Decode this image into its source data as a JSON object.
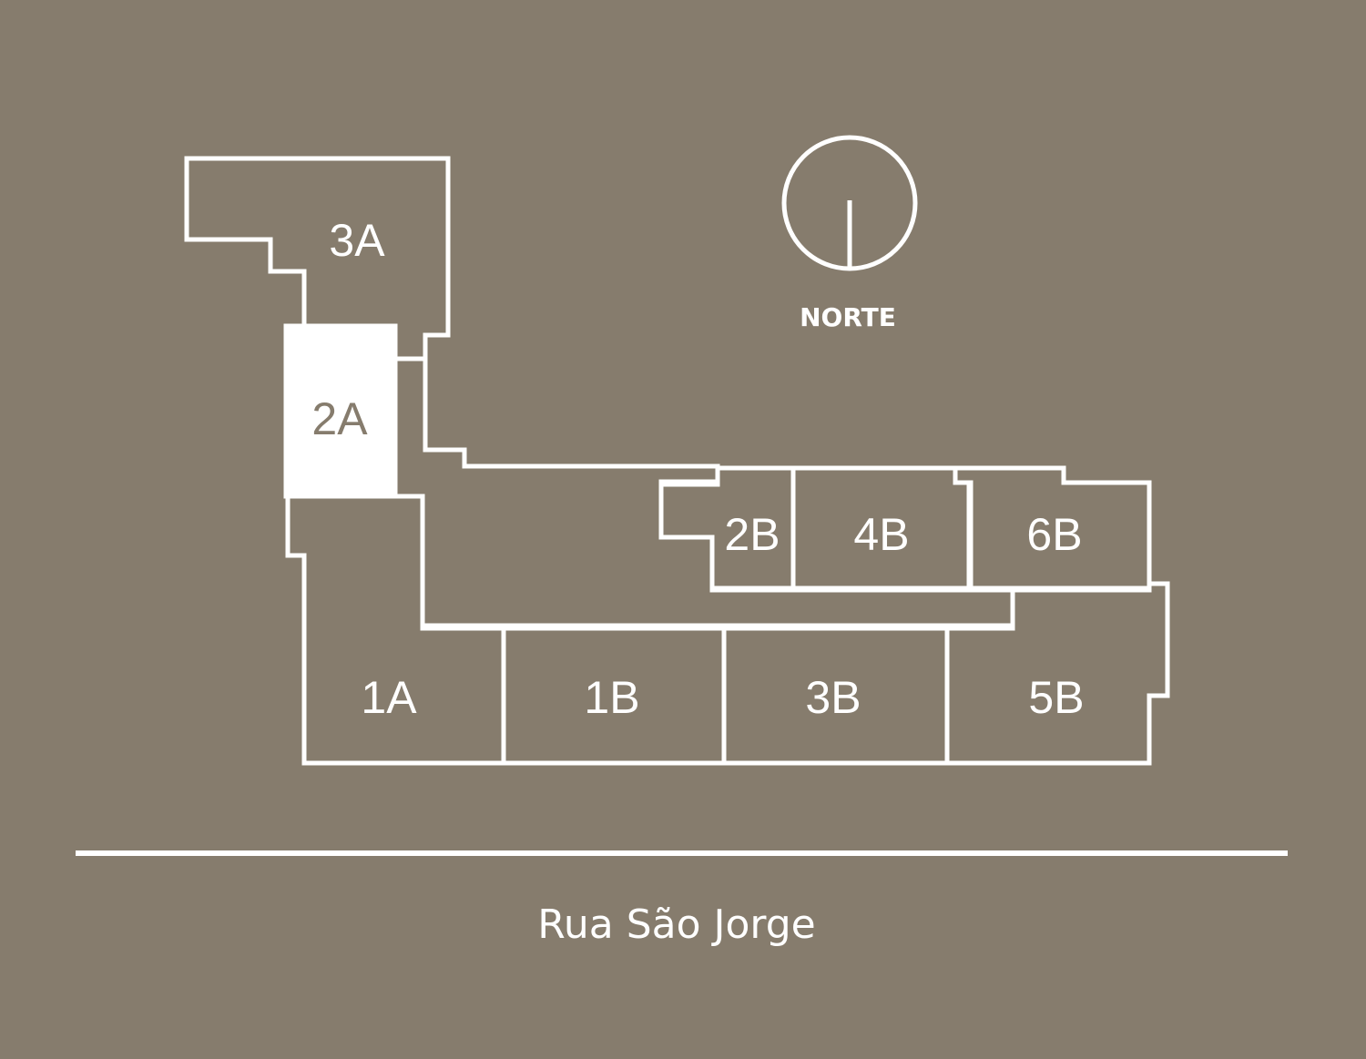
{
  "compass": {
    "label": "NORTE"
  },
  "street": {
    "name": "Rua São Jorge"
  },
  "units": {
    "u3a": "3A",
    "u2a": "2A",
    "u1a": "1A",
    "u1b": "1B",
    "u3b": "3B",
    "u5b": "5B",
    "u2b": "2B",
    "u4b": "4B",
    "u6b": "6B"
  },
  "selected_unit": "2A",
  "colors": {
    "background": "#867C6D",
    "lines": "#FFFFFF",
    "selected_fill": "#FFFFFF"
  }
}
